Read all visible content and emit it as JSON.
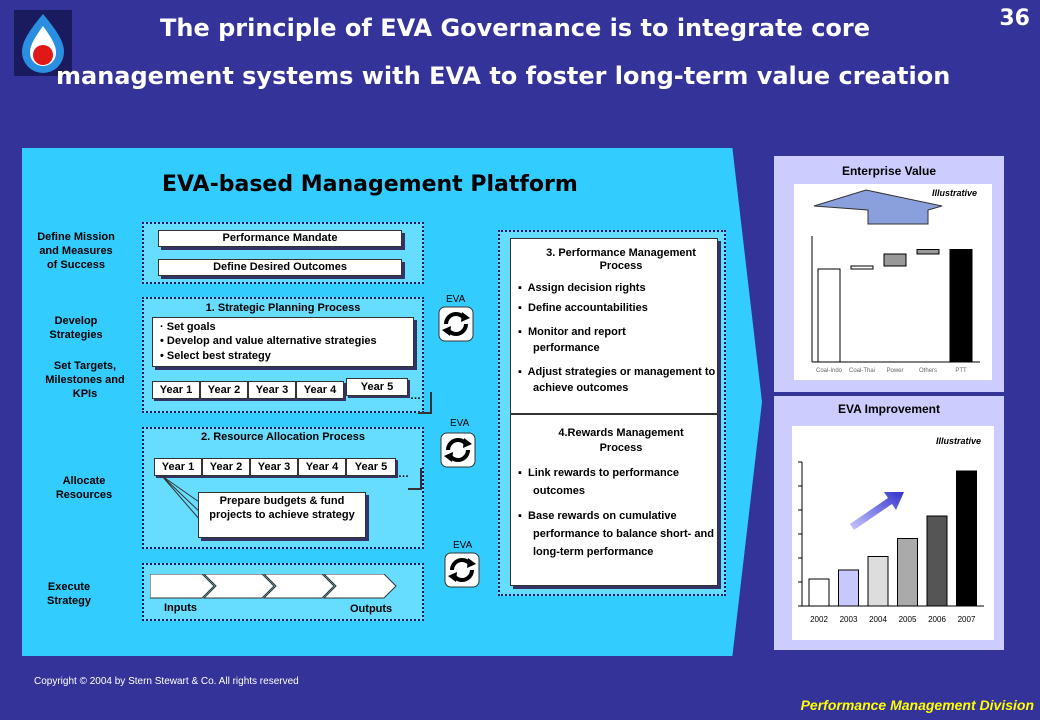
{
  "header": {
    "title_line1": "The principle of EVA Governance is to integrate core",
    "title_line2": "management systems with EVA to foster long-term value creation",
    "page_number": "36",
    "logo_icon": "ptt-flame-logo"
  },
  "platform": {
    "title": "EVA-based Management Platform",
    "left_labels": {
      "mission": "Define Mission and Measures of Success",
      "strategies": "Develop Strategies",
      "targets": "Set Targets, Milestones and KPIs",
      "allocate": "Allocate Resources",
      "execute": "Execute Strategy"
    },
    "mandate": {
      "performance_mandate": "Performance Mandate",
      "desired_outcomes": "Define Desired Outcomes"
    },
    "strategic": {
      "title": "1. Strategic Planning Process",
      "bullets": [
        "Set goals",
        "Develop and value alternative strategies",
        "Select best strategy"
      ],
      "years": [
        "Year 1",
        "Year 2",
        "Year 3",
        "Year 4",
        "Year 5"
      ],
      "ellipsis": "…"
    },
    "resource": {
      "title": "2. Resource Allocation Process",
      "years": [
        "Year 1",
        "Year 2",
        "Year 3",
        "Year 4",
        "Year 5"
      ],
      "ellipsis": "…",
      "budget_note": "Prepare budgets & fund projects to achieve strategy"
    },
    "execute": {
      "inputs": "Inputs",
      "outputs": "Outputs"
    },
    "eva_label": "EVA",
    "performance": {
      "title": "3. Performance Management Process",
      "bullets": [
        "Assign decision rights",
        "Define accountabilities",
        "Monitor and report performance",
        "Adjust strategies or management to achieve outcomes"
      ]
    },
    "rewards": {
      "title": "4.Rewards Management Process",
      "bullets": [
        "Link rewards to performance outcomes",
        "Base rewards on cumulative performance to balance short- and long-term performance"
      ]
    }
  },
  "enterprise_value": {
    "title": "Enterprise Value",
    "illustrative": "Illustrative",
    "categories": [
      "Coal-Indo",
      "Coal-Thai",
      "Power",
      "Others",
      "PTT"
    ]
  },
  "eva_improvement": {
    "title": "EVA Improvement",
    "illustrative": "Illustrative",
    "years": [
      "2002",
      "2003",
      "2004",
      "2005",
      "2006",
      "2007"
    ]
  },
  "chart_data": [
    {
      "type": "bar",
      "title": "Enterprise Value",
      "categories": [
        "Coal-Indo",
        "Coal-Thai",
        "Power",
        "Others",
        "PTT"
      ],
      "values": [
        62,
        2,
        8,
        3,
        75
      ],
      "colors": [
        "#ffffff",
        "#ffffff",
        "#999999",
        "#999999",
        "#000000"
      ]
    },
    {
      "type": "bar",
      "title": "EVA Improvement",
      "categories": [
        "2002",
        "2003",
        "2004",
        "2005",
        "2006",
        "2007"
      ],
      "values": [
        12,
        16,
        22,
        30,
        40,
        60
      ],
      "ylim": [
        0,
        64
      ],
      "colors": [
        "#ffffff",
        "#c8c8ff",
        "#dddddd",
        "#aaaaaa",
        "#555555",
        "#000000"
      ]
    }
  ],
  "footer": {
    "copyright": "Copyright © 2004 by Stern Stewart & Co. All rights reserved",
    "division": "Performance Management Division"
  }
}
